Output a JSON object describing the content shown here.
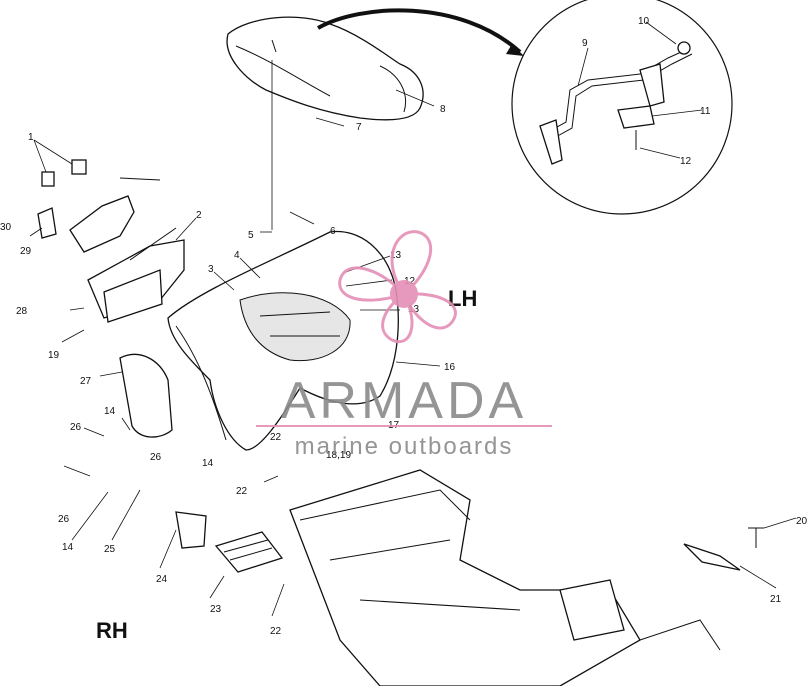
{
  "callouts": {
    "c1": "1",
    "c2": "2",
    "c3": "3",
    "c4": "4",
    "c5": "5",
    "c6": "6",
    "c7": "7",
    "c8": "8",
    "c9": "9",
    "c10": "10",
    "c11": "11",
    "c12a": "12",
    "c12b": "12",
    "c13a": "13",
    "c13b": "13",
    "c14a": "14",
    "c14b": "14",
    "c14c": "14",
    "c16": "16",
    "c17": "17",
    "c1819": "18,19",
    "c19": "19",
    "c20": "20",
    "c21": "21",
    "c22a": "22",
    "c22b": "22",
    "c22c": "22",
    "c23": "23",
    "c24": "24",
    "c25": "25",
    "c26a": "26",
    "c26b": "26",
    "c26c": "26",
    "c27": "27",
    "c28": "28",
    "c29": "29",
    "c30": "30"
  },
  "side_labels": {
    "lh": "LH",
    "rh": "RH"
  },
  "watermark": {
    "brand": "ARMADA",
    "tagline": "marine outboards"
  },
  "colors": {
    "watermark_gray": "#8a8a8a",
    "watermark_pink": "#e58fb6",
    "line": "#111111"
  }
}
